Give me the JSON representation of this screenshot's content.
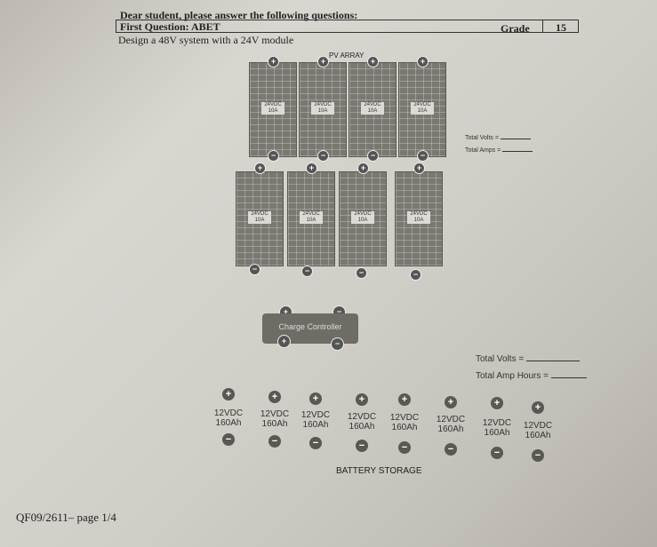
{
  "header": {
    "intro": "Dear student, please answer the following questions:",
    "question_title": "First Question: ABET",
    "prompt": "Design a 48V system with a 24V module",
    "grade_label": "Grade",
    "grade_score": "15"
  },
  "pv_array": {
    "title": "PV ARRAY",
    "panels": [
      {
        "volts": "24VDC",
        "amps": "10A"
      },
      {
        "volts": "24VDC",
        "amps": "10A"
      },
      {
        "volts": "24VDC",
        "amps": "10A"
      },
      {
        "volts": "24VDC",
        "amps": "10A"
      },
      {
        "volts": "24VDC",
        "amps": "10A"
      },
      {
        "volts": "24VDC",
        "amps": "10A"
      },
      {
        "volts": "24VDC",
        "amps": "10A"
      },
      {
        "volts": "24VDC",
        "amps": "10A"
      }
    ],
    "total_volts_label": "Total Volts =",
    "total_amps_label": "Total Amps ="
  },
  "charge_controller": {
    "label": "Charge Controller"
  },
  "battery": {
    "title": "BATTERY STORAGE",
    "cells": [
      {
        "volts": "12VDC",
        "ah": "160Ah"
      },
      {
        "volts": "12VDC",
        "ah": "160Ah"
      },
      {
        "volts": "12VDC",
        "ah": "160Ah"
      },
      {
        "volts": "12VDC",
        "ah": "160Ah"
      },
      {
        "volts": "12VDC",
        "ah": "160Ah"
      },
      {
        "volts": "12VDC",
        "ah": "160Ah"
      },
      {
        "volts": "12VDC",
        "ah": "160Ah"
      },
      {
        "volts": "12VDC",
        "ah": "160Ah"
      }
    ],
    "total_volts_label": "Total Volts =",
    "total_amp_hours_label": "Total Amp Hours ="
  },
  "footer": {
    "page": "QF09/2611– page 1/4"
  },
  "symbols": {
    "plus": "+",
    "minus": "−"
  }
}
